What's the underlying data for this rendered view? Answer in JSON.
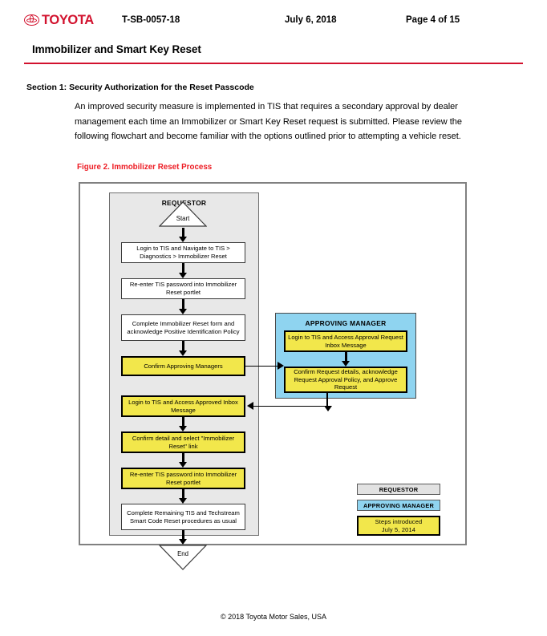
{
  "header": {
    "logo_text": "TOYOTA",
    "logo_icon": "toyota-emblem-icon",
    "bulletin_number": "T-SB-0057-18",
    "date": "July 6, 2018",
    "page_label": "Page 4 of 15",
    "document_title": "Immobilizer and Smart Key Reset",
    "rule_color": "#D2122E"
  },
  "body": {
    "section_heading": "Section 1: Security Authorization for the Reset Passcode",
    "paragraph": "An improved security measure is implemented in TIS that requires a secondary approval by dealer management each time an Immobilizer or Smart Key Reset request is submitted. Please review the following flowchart and become familiar with the options outlined prior to attempting a vehicle reset.",
    "figure_caption": "Figure 2. Immobilizer Reset Process",
    "figure_caption_color": "#ED1C24"
  },
  "flowchart": {
    "lanes": {
      "requestor": {
        "title": "REQUESTOR",
        "fill": "#E8E8E8"
      },
      "approving_manager": {
        "title": "APPROVING MANAGER",
        "fill": "#8FD4F0"
      }
    },
    "requestor_nodes": [
      {
        "id": "start",
        "type": "terminator",
        "label": "Start"
      },
      {
        "id": "r1",
        "type": "process",
        "style": "plain",
        "label": "Login to TIS and Navigate to TIS > Diagnostics > Immobilizer Reset"
      },
      {
        "id": "r2",
        "type": "process",
        "style": "plain",
        "label": "Re-enter TIS password into Immobilizer Reset portlet"
      },
      {
        "id": "r3",
        "type": "process",
        "style": "plain",
        "label": "Complete Immobilizer Reset form and acknowledge Positive Identification Policy"
      },
      {
        "id": "r4",
        "type": "process",
        "style": "yellow",
        "label": "Confirm Approving Managers"
      },
      {
        "id": "r5",
        "type": "process",
        "style": "yellow",
        "label": "Login to TIS and Access Approved Inbox Message"
      },
      {
        "id": "r6",
        "type": "process",
        "style": "yellow",
        "label": "Confirm detail and select \"Immobilizer Reset\" link"
      },
      {
        "id": "r7",
        "type": "process",
        "style": "yellow",
        "label": "Re-enter TIS password into Immobilizer Reset portlet"
      },
      {
        "id": "r8",
        "type": "process",
        "style": "plain",
        "label": "Complete Remaining TIS and Techstream Smart Code Reset procedures as usual"
      },
      {
        "id": "end",
        "type": "terminator",
        "label": "End"
      }
    ],
    "manager_nodes": [
      {
        "id": "m1",
        "type": "process",
        "style": "yellow",
        "label": "Login to TIS and Access Approval Request Inbox Message"
      },
      {
        "id": "m2",
        "type": "process",
        "style": "yellow",
        "label": "Confirm Request details, acknowledge Request Approval Policy, and Approve Request"
      }
    ],
    "colors": {
      "yellow_fill": "#F2E74B",
      "blue_fill": "#8FD4F0",
      "gray_fill": "#E8E8E8"
    }
  },
  "legend": {
    "requestor": "REQUESTOR",
    "approving_manager": "APPROVING MANAGER",
    "steps_line1": "Steps introduced",
    "steps_line2": "July 5, 2014"
  },
  "footer": {
    "copyright": "© 2018 Toyota Motor Sales, USA"
  }
}
